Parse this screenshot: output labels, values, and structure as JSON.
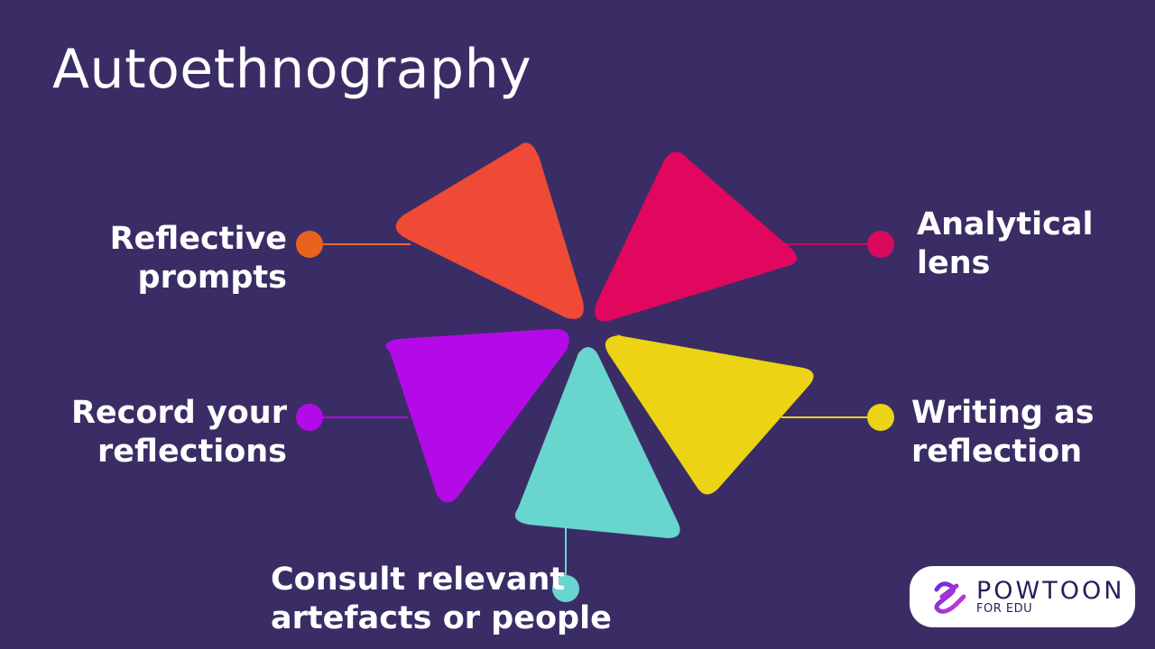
{
  "slide": {
    "title": "Autoethnography",
    "background": "#3a2d66"
  },
  "diagram": {
    "petals": [
      {
        "id": "reflective-prompts",
        "lines": [
          "Reflective",
          "prompts"
        ],
        "color": "#ee4a35",
        "line_color": "#e96a3a",
        "dot_color": "#e8631e"
      },
      {
        "id": "analytical-lens",
        "lines": [
          "Analytical",
          "lens"
        ],
        "color": "#e2075e",
        "line_color": "#d3065a",
        "dot_color": "#d90a5c"
      },
      {
        "id": "record-your-reflections",
        "lines": [
          "Record your",
          "reflections"
        ],
        "color": "#b50ae8",
        "line_color": "#b50ae8",
        "dot_color": "#b50ae8"
      },
      {
        "id": "writing-as-reflection",
        "lines": [
          "Writing as",
          "reflection"
        ],
        "color": "#ecd414",
        "line_color": "#ecd414",
        "dot_color": "#ecd414"
      },
      {
        "id": "consult-relevant-artefacts",
        "lines": [
          "Consult relevant",
          "artefacts or people"
        ],
        "color": "#69d5cf",
        "line_color": "#69d5cf",
        "dot_color": "#69d5cf"
      }
    ]
  },
  "logo": {
    "name": "POWTOON",
    "sub": "FOR EDU",
    "text_color": "#2b1d5c",
    "mark_color_start": "#6a2bd9",
    "mark_color_end": "#d23bd0"
  }
}
